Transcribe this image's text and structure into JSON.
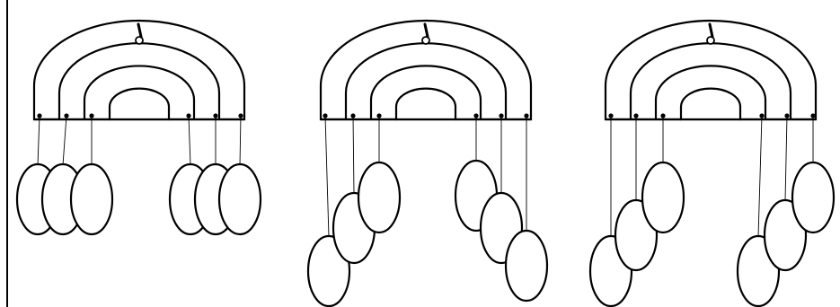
{
  "figure": {
    "panel_count": 3,
    "arc_bands": 3,
    "strings_per_side": 3,
    "discs_per_side": 3,
    "panels": [
      {
        "arrangement": "level"
      },
      {
        "arrangement": "staggered"
      },
      {
        "arrangement": "staggered-wide"
      }
    ],
    "colors": {
      "stroke": "#000000",
      "fill": "#ffffff"
    }
  }
}
